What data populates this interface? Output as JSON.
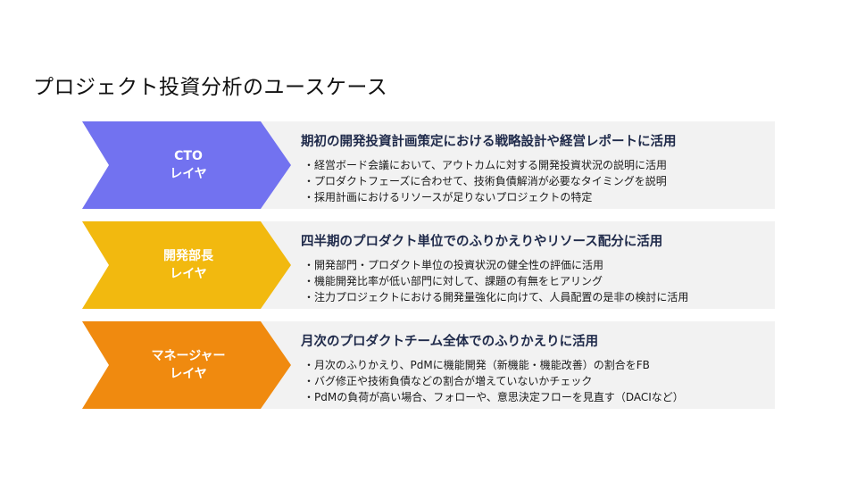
{
  "title": "プロジェクト投資分析のユースケース",
  "rows": [
    {
      "role_line1": "CTO",
      "role_line2": "レイヤ",
      "color": "#7272f0",
      "heading": "期初の開発投資計画策定における戦略設計や経営レポートに活用",
      "bullets": [
        "経営ボード会議において、アウトカムに対する開発投資状況の説明に活用",
        "プロダクトフェーズに合わせて、技術負債解消が必要なタイミングを説明",
        "採用計画におけるリソースが足りないプロジェクトの特定"
      ]
    },
    {
      "role_line1": "開発部長",
      "role_line2": "レイヤ",
      "color": "#f2b90f",
      "heading": "四半期のプロダクト単位でのふりかえりやリソース配分に活用",
      "bullets": [
        "開発部門・プロダクト単位の投資状況の健全性の評価に活用",
        "機能開発比率が低い部門に対して、課題の有無をヒアリング",
        "注力プロジェクトにおける開発量強化に向けて、人員配置の是非の検討に活用"
      ]
    },
    {
      "role_line1": "マネージャー",
      "role_line2": "レイヤ",
      "color": "#f08a0f",
      "heading": "月次のプロダクトチーム全体でのふりかえりに活用",
      "bullets": [
        "月次のふりかえり、PdMに機能開発（新機能・機能改善）の割合をFB",
        "バグ修正や技術負債などの割合が増えていないかチェック",
        "PdMの負荷が高い場合、フォローや、意思決定フローを見直す（DACIなど）"
      ]
    }
  ]
}
